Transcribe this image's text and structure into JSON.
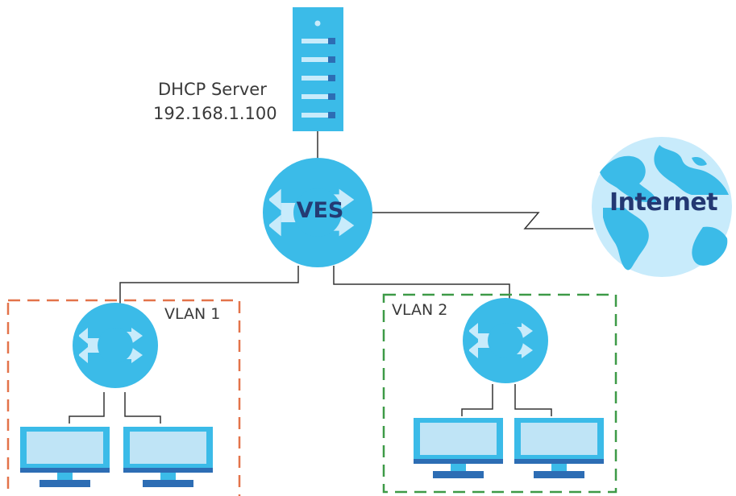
{
  "server": {
    "name": "DHCP Server",
    "ip": "192.168.1.100"
  },
  "core_switch": {
    "label": "VES"
  },
  "internet": {
    "label": "Internet"
  },
  "vlans": [
    {
      "label": "VLAN 1",
      "border_color": "#e3734a"
    },
    {
      "label": "VLAN 2",
      "border_color": "#3d9a47"
    }
  ],
  "colors": {
    "device_blue": "#3bbbe8",
    "device_light_blue": "#bfe4f6",
    "device_dark_blue": "#2d6db4",
    "line": "#333333"
  },
  "icons": {
    "server": "server-rack-icon",
    "switch": "switch-arrows-icon",
    "internet": "globe-icon",
    "computer": "monitor-icon"
  }
}
